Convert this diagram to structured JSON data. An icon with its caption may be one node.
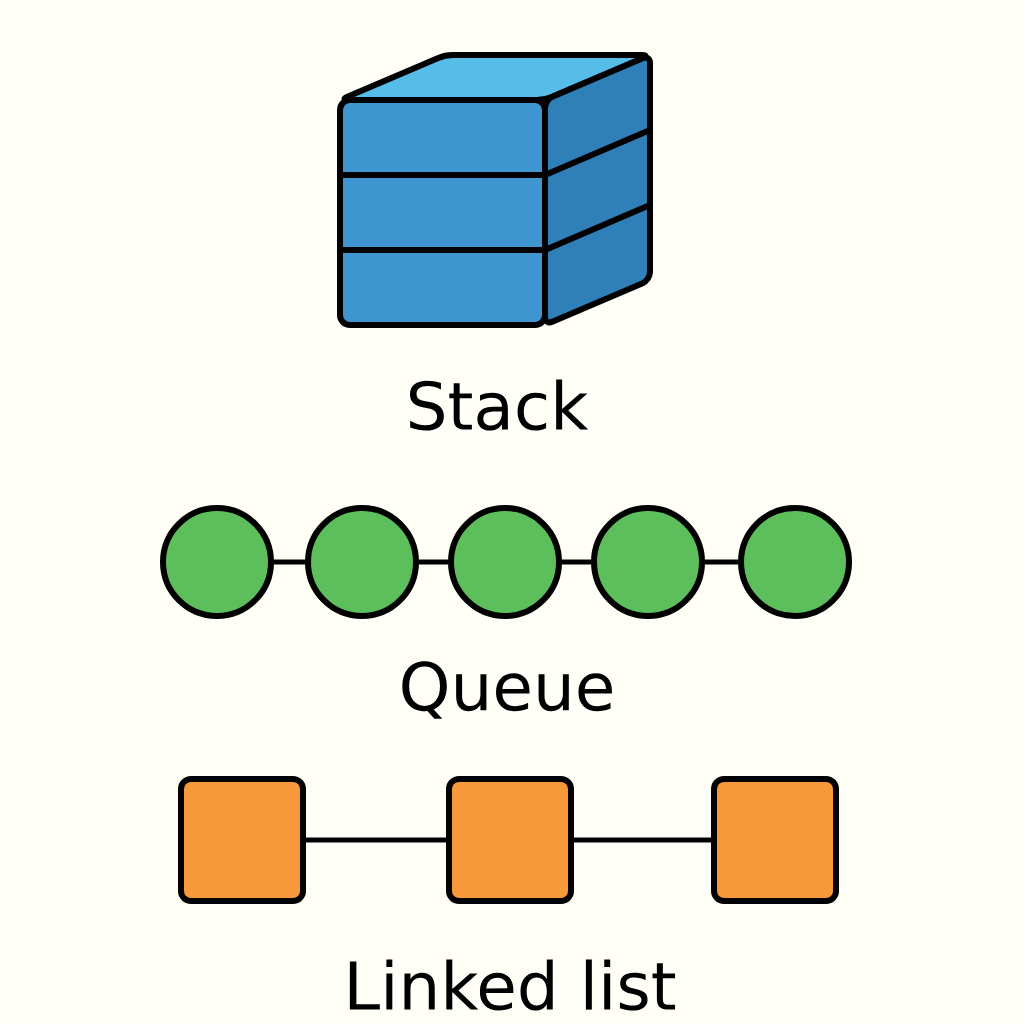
{
  "diagram": {
    "nodes": [
      {
        "text": [],
        "shape": "circle"
      },
      {
        "text": [],
        "shape": "circle"
      },
      {
        "text": [],
        "shape": "circle"
      },
      {
        "text": [],
        "shape": "circle"
      },
      {
        "text": [],
        "shape": "circle"
      },
      {
        "text": [],
        "shape": "box"
      },
      {
        "text": [],
        "shape": "box"
      },
      {
        "text": [],
        "shape": "box"
      }
    ],
    "edges": [
      {
        "from": 0,
        "to": 1,
        "arrow": "none"
      },
      {
        "from": 1,
        "to": 2,
        "arrow": "none"
      },
      {
        "from": 2,
        "to": 3,
        "arrow": "none"
      },
      {
        "from": 3,
        "to": 4,
        "arrow": "none"
      },
      {
        "from": 5,
        "to": 6,
        "arrow": "none"
      },
      {
        "from": 6,
        "to": 7,
        "arrow": "none"
      }
    ],
    "labels": [
      "Stack",
      "Queue",
      "Linked list"
    ]
  }
}
